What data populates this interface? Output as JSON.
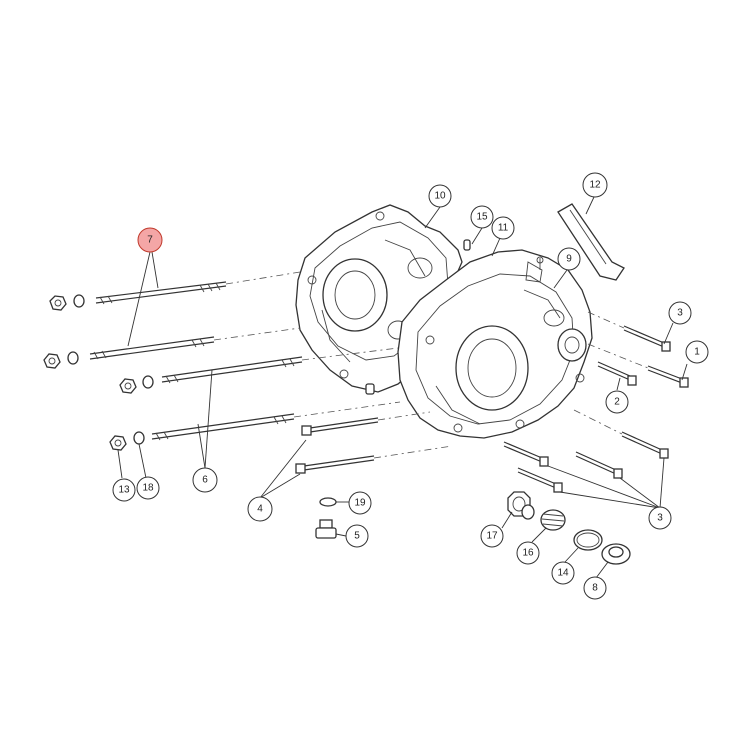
{
  "diagram": {
    "highlight_color": "#f4a6a6",
    "callouts": [
      {
        "id": "c7",
        "label": "7",
        "highlighted": true
      },
      {
        "id": "c10",
        "label": "10"
      },
      {
        "id": "c15",
        "label": "15"
      },
      {
        "id": "c11",
        "label": "11"
      },
      {
        "id": "c12",
        "label": "12"
      },
      {
        "id": "c9",
        "label": "9"
      },
      {
        "id": "c3a",
        "label": "3"
      },
      {
        "id": "c1",
        "label": "1"
      },
      {
        "id": "c2",
        "label": "2"
      },
      {
        "id": "c6",
        "label": "6"
      },
      {
        "id": "c13",
        "label": "13"
      },
      {
        "id": "c18",
        "label": "18"
      },
      {
        "id": "c4",
        "label": "4"
      },
      {
        "id": "c19",
        "label": "19"
      },
      {
        "id": "c5",
        "label": "5"
      },
      {
        "id": "c17",
        "label": "17"
      },
      {
        "id": "c16",
        "label": "16"
      },
      {
        "id": "c14",
        "label": "14"
      },
      {
        "id": "c8",
        "label": "8"
      },
      {
        "id": "c3b",
        "label": "3"
      }
    ]
  }
}
